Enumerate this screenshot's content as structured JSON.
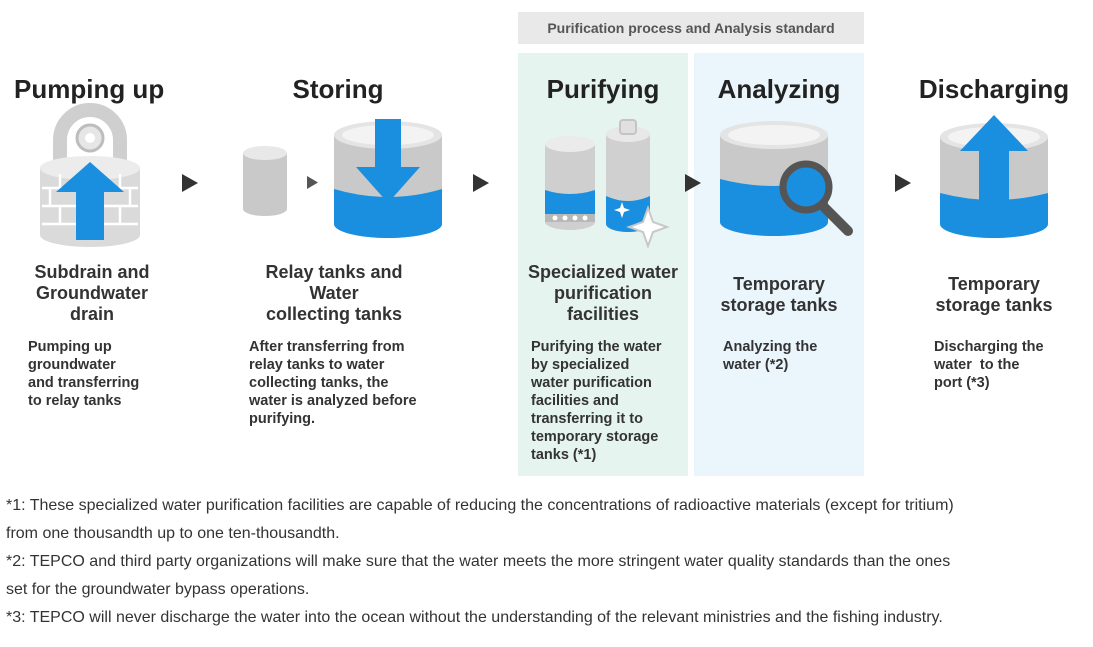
{
  "header": {
    "label": "Purification process and Analysis standard"
  },
  "steps": [
    {
      "title": "Pumping up",
      "facility_lines": [
        "Subdrain and",
        "Groundwater",
        "drain"
      ],
      "desc_lines": [
        "Pumping up",
        "groundwater",
        "and transferring",
        "to relay tanks"
      ]
    },
    {
      "title": "Storing",
      "facility_lines": [
        "Relay tanks and",
        "Water",
        "collecting tanks"
      ],
      "desc_lines": [
        "After transferring from",
        "relay tanks to water",
        "collecting tanks, the",
        "water is analyzed before",
        "purifying."
      ]
    },
    {
      "title": "Purifying",
      "facility_lines": [
        "Specialized water",
        "purification",
        "facilities"
      ],
      "desc_lines": [
        "Purifying the water",
        "by specialized",
        "water purification",
        "facilities and",
        "transferring it to",
        "temporary storage",
        "tanks (*1)"
      ]
    },
    {
      "title": "Analyzing",
      "facility_lines": [
        "Temporary",
        "storage tanks"
      ],
      "desc_lines": [
        "Analyzing the",
        "water (*2)"
      ]
    },
    {
      "title": "Discharging",
      "facility_lines": [
        "Temporary",
        "storage tanks"
      ],
      "desc_lines": [
        "Discharging the",
        "water  to the",
        "port (*3)"
      ]
    }
  ],
  "footnotes": [
    "*1:  These specialized water purification facilities are capable of reducing the concentrations of radioactive materials (except for tritium)",
    "from one thousandth up to one ten-thousandth.",
    "*2:  TEPCO and third party organizations will make sure that the water meets the more stringent water quality standards than the ones",
    "set for the groundwater bypass operations.",
    "*3:  TEPCO will never discharge the water into the ocean without the understanding of the relevant ministries and the fishing industry."
  ],
  "colors": {
    "water": "#1a8fe0",
    "tank_gray": "#c9c9c9",
    "tank_light": "#e4e4e4",
    "arrow": "#333333",
    "purify_bg": "#e6f4f0",
    "analyze_bg": "#ebf5fc"
  },
  "icons": [
    "well-icon",
    "relay-tank-icon",
    "collecting-tank-icon",
    "purification-facility-icon",
    "magnifier-icon",
    "discharge-tank-icon"
  ]
}
